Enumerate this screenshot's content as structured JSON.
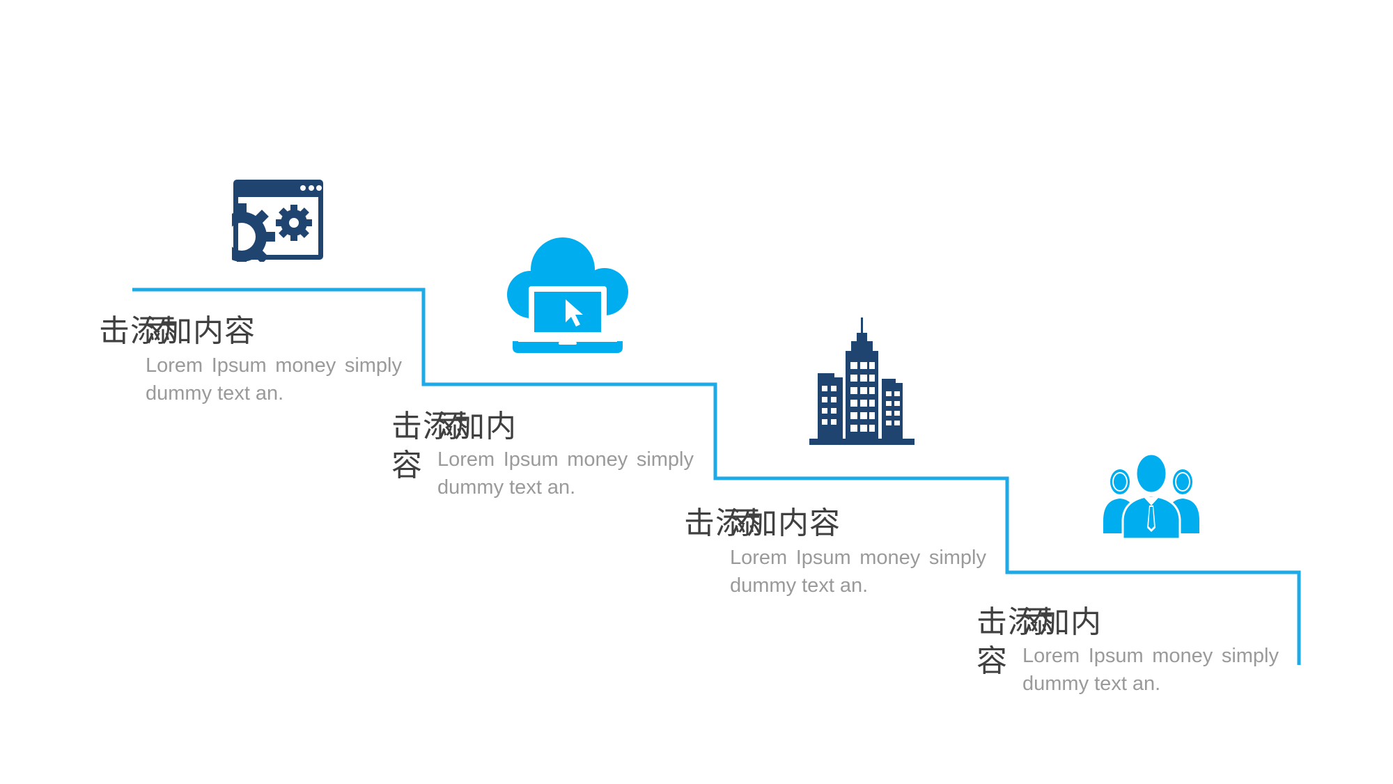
{
  "colors": {
    "line": "#1eaae6",
    "navy": "#1f4470",
    "sky": "#00aeef",
    "title": "#404040",
    "desc": "#9a9a9a"
  },
  "steps": [
    {
      "title": "击添加内容",
      "overlay": "添",
      "desc": "Lorem Ipsum money simply dummy text an.",
      "icon": "browser-gears-icon"
    },
    {
      "title": "击添加内容",
      "overlay": "添",
      "desc": "Lorem Ipsum money simply dummy text an.",
      "icon": "cloud-laptop-icon"
    },
    {
      "title": "击添加内容",
      "overlay": "添",
      "desc": "Lorem Ipsum money simply dummy text an.",
      "icon": "city-buildings-icon"
    },
    {
      "title": "击添加内容",
      "overlay": "添",
      "desc": "Lorem Ipsum money simply dummy text an.",
      "icon": "team-people-icon"
    }
  ]
}
